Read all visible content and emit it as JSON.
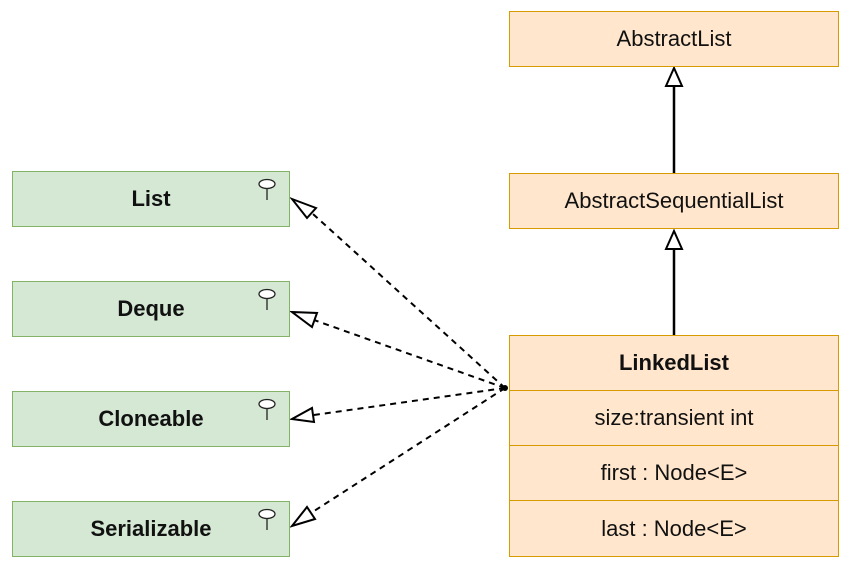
{
  "classes": {
    "abstract_list": "AbstractList",
    "abstract_sequential_list": "AbstractSequentialList",
    "linked_list": {
      "name": "LinkedList",
      "fields": [
        "size:transient int",
        "first : Node<E>",
        "last : Node<E>"
      ]
    }
  },
  "interfaces": {
    "list": "List",
    "deque": "Deque",
    "cloneable": "Cloneable",
    "serializable": "Serializable"
  },
  "colors": {
    "class_fill": "#ffe6cc",
    "class_border": "#d79b00",
    "interface_fill": "#d5e8d4",
    "interface_border": "#82b366",
    "edge": "#000000"
  },
  "relations": [
    {
      "from": "LinkedList",
      "to": "AbstractSequentialList",
      "type": "extends"
    },
    {
      "from": "AbstractSequentialList",
      "to": "AbstractList",
      "type": "extends"
    },
    {
      "from": "LinkedList",
      "to": "List",
      "type": "implements"
    },
    {
      "from": "LinkedList",
      "to": "Deque",
      "type": "implements"
    },
    {
      "from": "LinkedList",
      "to": "Cloneable",
      "type": "implements"
    },
    {
      "from": "LinkedList",
      "to": "Serializable",
      "type": "implements"
    }
  ]
}
